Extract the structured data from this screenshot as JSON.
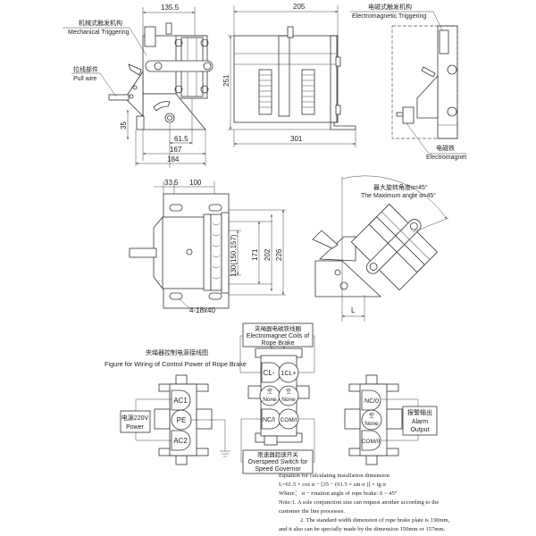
{
  "side_view": {
    "dims": {
      "width_top": "135.5",
      "height_base": "35",
      "d1": "61.5",
      "d2": "167",
      "d3": "184"
    },
    "label_mech_cn": "机械式触发机构",
    "label_mech_en": "Mechanical Triggering",
    "label_pull_cn": "拉线部件",
    "label_pull_en": "Pull wire"
  },
  "front_view": {
    "dims": {
      "width_top": "205",
      "height": "251",
      "width_bottom": "301"
    }
  },
  "em_view": {
    "label_trig_cn": "电磁式触发机构",
    "label_trig_en": "Electromagnetic Triggering",
    "label_mag_cn": "电磁铁",
    "label_mag_en": "Electromagnet"
  },
  "plan_view": {
    "dims": {
      "a": "33.5",
      "b": "100",
      "c": "130(150,157)",
      "d": "171",
      "e": "202",
      "f": "226",
      "holes": "4-18x40"
    }
  },
  "rotated_view": {
    "label_cn": "最大旋转角度α=45°",
    "label_en": "The Maximum angle α=45°",
    "dim_l": "L"
  },
  "wiring": {
    "title_cn": "夹绳器控制电源接线图",
    "title_en": "Figure for Wiring of Control Power of Rope Brake",
    "power": {
      "pins": [
        "AC1",
        "PE",
        "AC2"
      ],
      "label_cn": "电源220V",
      "label_en": "Power"
    },
    "center": {
      "top_cn": "夹绳器电磁铁线圈",
      "top_en1": "Electromagnet Coils of",
      "top_en2": "Rope Brake",
      "pins": [
        "CL-",
        "1CL+",
        "None",
        "None",
        "NC/I",
        "COM/I"
      ],
      "none_cn": "空",
      "bottom_cn": "限速器超速开关",
      "bottom_en1": "Overspeed Switch for",
      "bottom_en2": "Speed Governor"
    },
    "alarm": {
      "pins": [
        "NC/0",
        "None",
        "COM/0"
      ],
      "none_cn": "空",
      "label_cn": "报警输出",
      "label_en1": "Alarm",
      "label_en2": "Output"
    }
  },
  "notes": [
    "Equation for calculating installation dimension",
    "L=61.5 × cos α − [35 − (61.5 × sin α )] × tg α",
    "Where： α − rotation angle of rope brake: 0 ~ 45°",
    "Note:1. A sole conjunction size can request another according to the",
    "customer the line processes.",
    "2. The standard width dimension of rope brake plate is 130mm,",
    "and it also can be specially made by the dimension 150mm or 157mm."
  ]
}
